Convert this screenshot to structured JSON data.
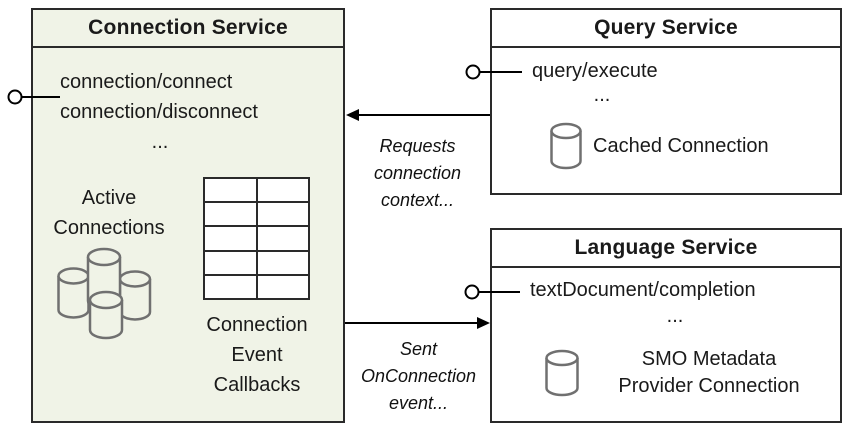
{
  "colors": {
    "connection_box_bg": "#f0f3e7",
    "box_border": "#2a2a2a",
    "cylinder_stroke": "#707070",
    "arrow": "#000000"
  },
  "connection_service": {
    "title": "Connection Service",
    "methods": [
      "connection/connect",
      "connection/disconnect"
    ],
    "ellipsis": "...",
    "active_connections": [
      "Active",
      "Connections"
    ],
    "active_connections_icon": "database-cluster-icon",
    "callbacks_table_icon": "grid-table-icon",
    "callbacks": [
      "Connection",
      "Event",
      "Callbacks"
    ]
  },
  "query_service": {
    "title": "Query Service",
    "methods": [
      "query/execute"
    ],
    "ellipsis": "...",
    "cached_connection_icon": "database-icon",
    "cached_connection": "Cached Connection"
  },
  "language_service": {
    "title": "Language Service",
    "methods": [
      "textDocument/completion"
    ],
    "ellipsis": "...",
    "smo_icon": "database-icon",
    "smo_connection": [
      "SMO Metadata",
      "Provider Connection"
    ]
  },
  "arrows": {
    "requests_context": [
      "Requests",
      "connection",
      "context..."
    ],
    "sent_event": [
      "Sent",
      "OnConnection",
      "event..."
    ]
  }
}
